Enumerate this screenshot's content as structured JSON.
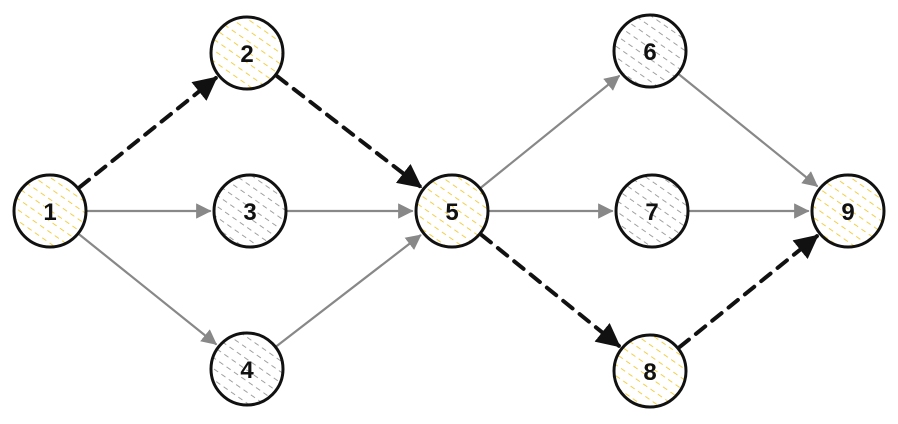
{
  "colors": {
    "background": "#ffffff",
    "node_outline": "#111111",
    "hatch_path": "#f0c419",
    "hatch_default": "#8a8a8a",
    "edge_default": "#888888",
    "edge_path": "#111111"
  },
  "nodes": [
    {
      "id": "1",
      "label": "1",
      "on_path": true
    },
    {
      "id": "2",
      "label": "2",
      "on_path": true
    },
    {
      "id": "3",
      "label": "3",
      "on_path": false
    },
    {
      "id": "4",
      "label": "4",
      "on_path": false
    },
    {
      "id": "5",
      "label": "5",
      "on_path": true
    },
    {
      "id": "6",
      "label": "6",
      "on_path": false
    },
    {
      "id": "7",
      "label": "7",
      "on_path": false
    },
    {
      "id": "8",
      "label": "8",
      "on_path": true
    },
    {
      "id": "9",
      "label": "9",
      "on_path": true
    }
  ],
  "edges": [
    {
      "from": "1",
      "to": "2",
      "style": "dashed"
    },
    {
      "from": "1",
      "to": "3",
      "style": "solid"
    },
    {
      "from": "1",
      "to": "4",
      "style": "solid"
    },
    {
      "from": "2",
      "to": "5",
      "style": "dashed"
    },
    {
      "from": "3",
      "to": "5",
      "style": "solid"
    },
    {
      "from": "4",
      "to": "5",
      "style": "solid"
    },
    {
      "from": "5",
      "to": "6",
      "style": "solid"
    },
    {
      "from": "5",
      "to": "7",
      "style": "solid"
    },
    {
      "from": "5",
      "to": "8",
      "style": "dashed"
    },
    {
      "from": "6",
      "to": "9",
      "style": "solid"
    },
    {
      "from": "7",
      "to": "9",
      "style": "solid"
    },
    {
      "from": "8",
      "to": "9",
      "style": "dashed"
    }
  ]
}
